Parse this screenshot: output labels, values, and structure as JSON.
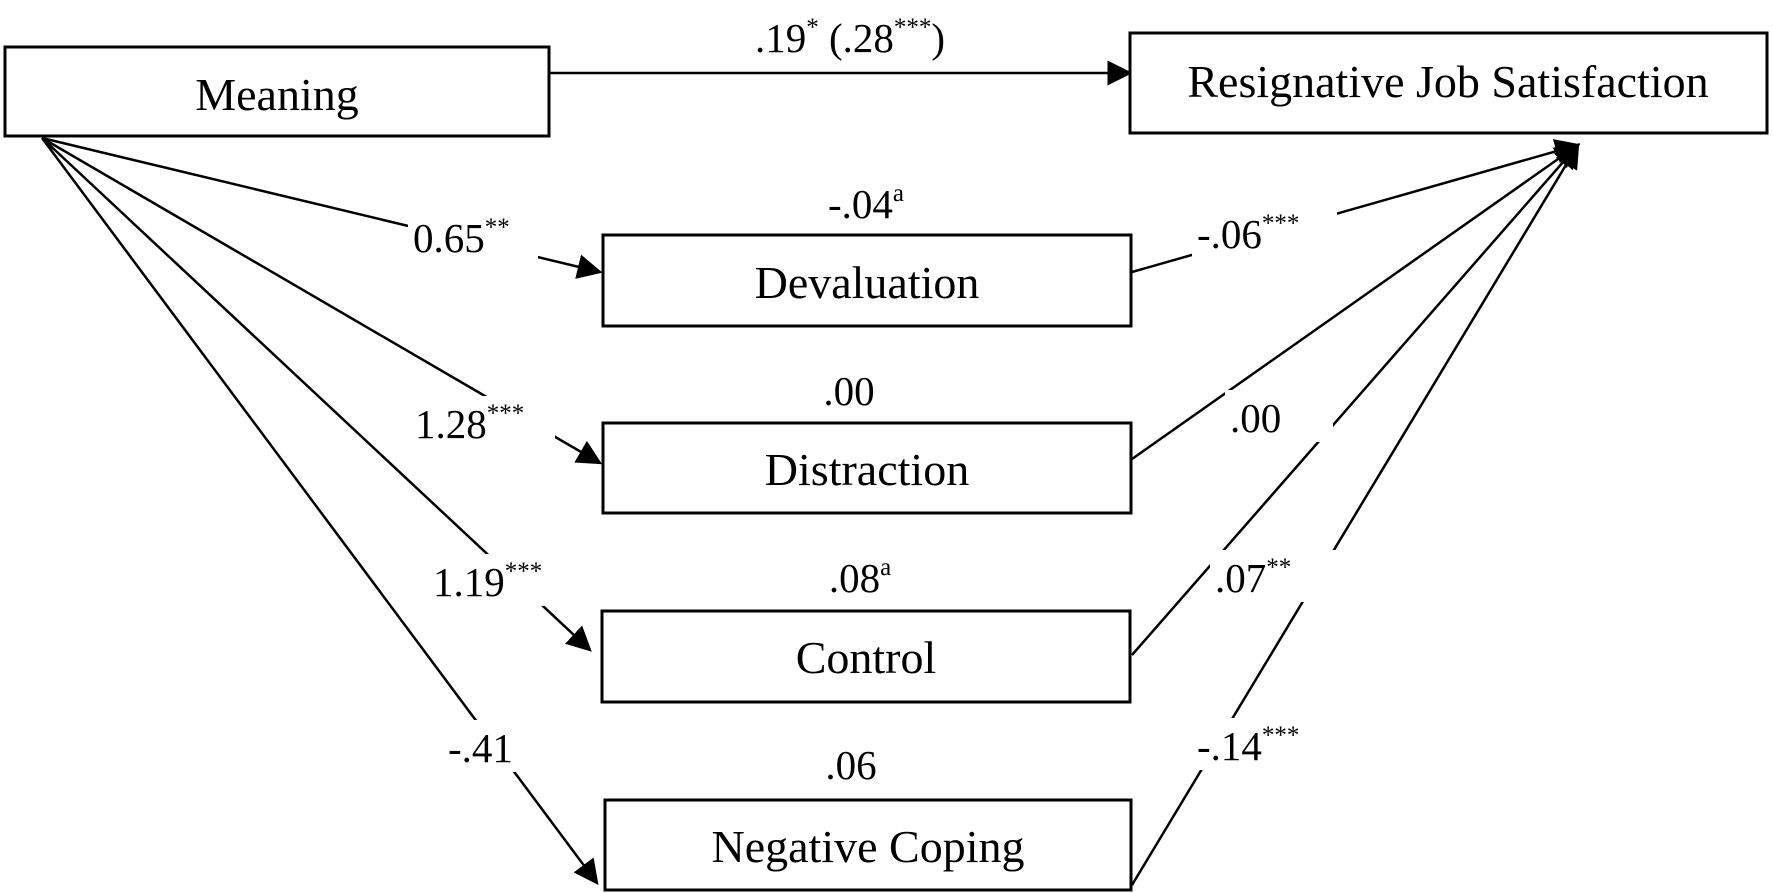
{
  "nodes": {
    "meaning": "Meaning",
    "outcome": "Resignative Job Satisfaction",
    "devaluation": "Devaluation",
    "distraction": "Distraction",
    "control": "Control",
    "negative_coping": "Negative Coping"
  },
  "direct_path": {
    "main": ".19",
    "sig": "*",
    "total_open": " (.28",
    "total_sig": "***",
    "total_close": ")"
  },
  "a_paths": {
    "devaluation": {
      "value": "0.65",
      "sig": "**"
    },
    "distraction": {
      "value": "1.28",
      "sig": "***"
    },
    "control": {
      "value": "1.19",
      "sig": "***"
    },
    "negative_coping": {
      "value": "-.41",
      "sig": ""
    }
  },
  "indirect_effects": {
    "devaluation": {
      "value": "-.04",
      "sig": "a"
    },
    "distraction": {
      "value": ".00",
      "sig": ""
    },
    "control": {
      "value": ".08",
      "sig": "a"
    },
    "negative_coping": {
      "value": ".06",
      "sig": ""
    }
  },
  "b_paths": {
    "devaluation": {
      "value": "-.06",
      "sig": "***"
    },
    "distraction": {
      "value": ".00",
      "sig": ""
    },
    "control": {
      "value": ".07",
      "sig": "**"
    },
    "negative_coping": {
      "value": "-.14",
      "sig": "***"
    }
  }
}
